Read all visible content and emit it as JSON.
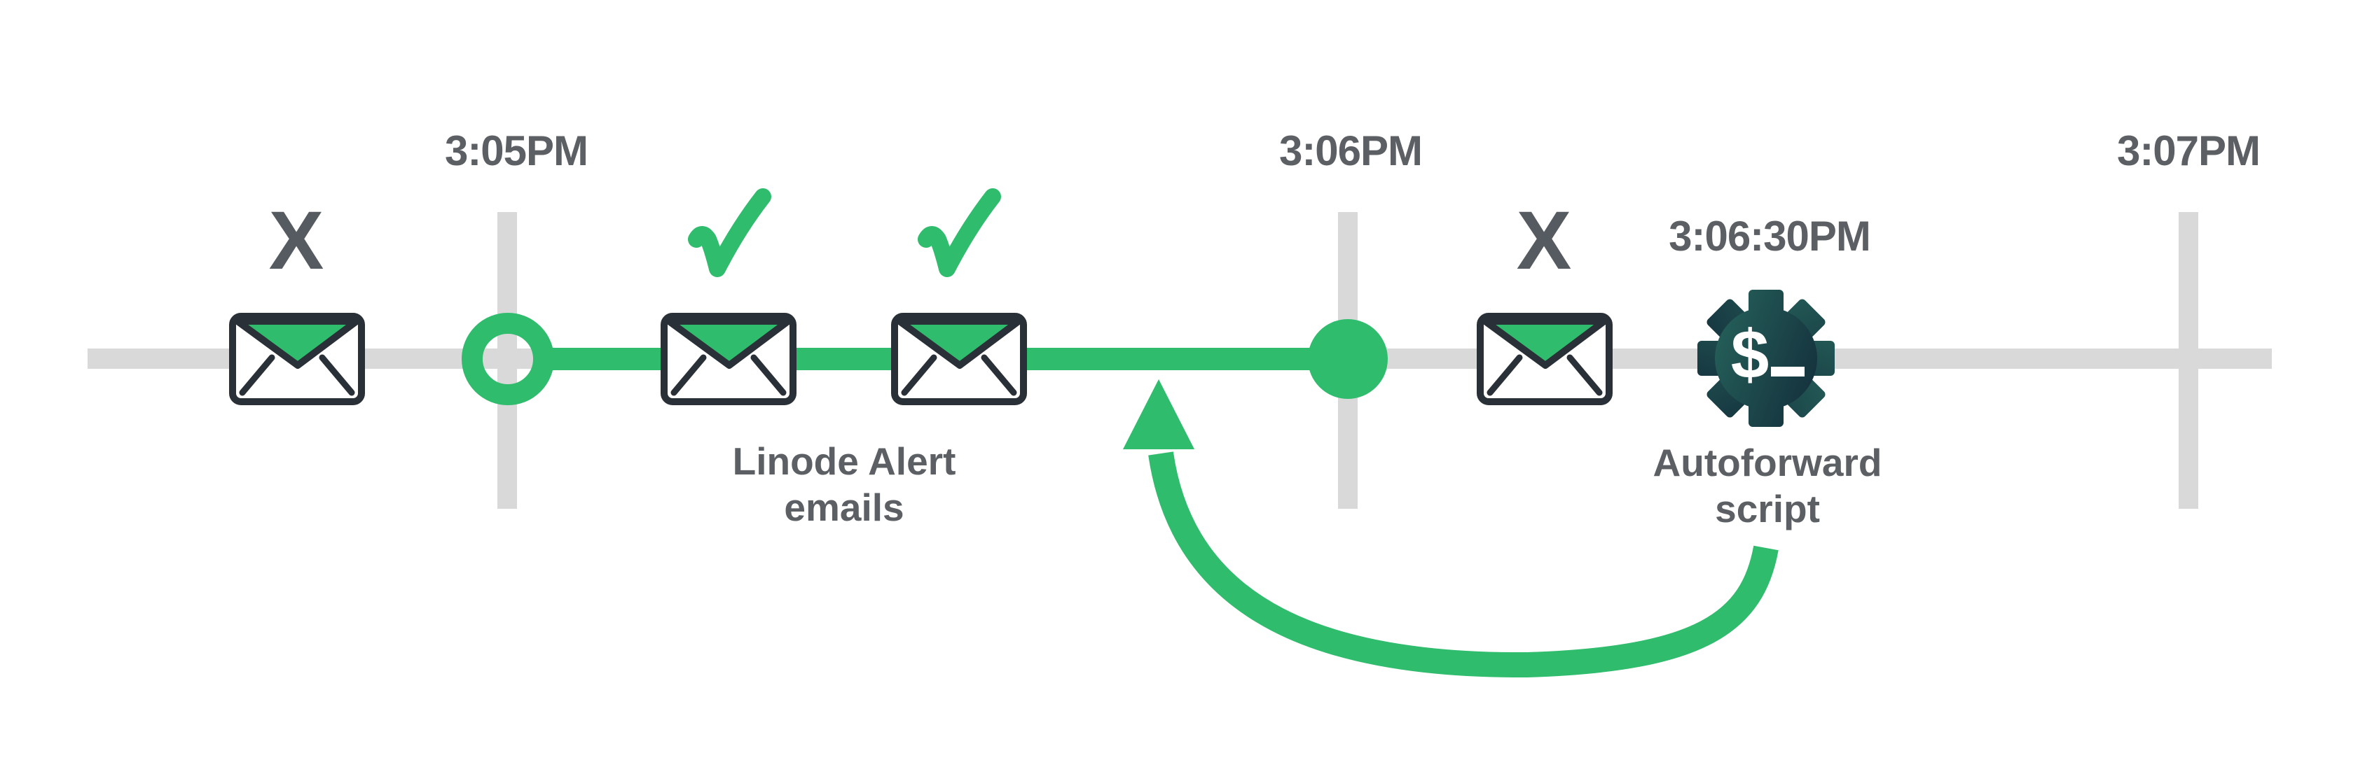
{
  "colors": {
    "green": "#2FBC6C",
    "track_gray": "#D9D9D9",
    "text_gray": "#5C6064",
    "x_gray": "#565B62",
    "outline_dark": "#2A3037",
    "gear_grad_start": "#26645C",
    "gear_grad_end": "#132C3A"
  },
  "timeline": {
    "markers": [
      {
        "label": "3:05PM"
      },
      {
        "label": "3:06PM"
      },
      {
        "label": "3:07PM"
      }
    ],
    "event_time_label": "3:06:30PM"
  },
  "icons": {
    "missed_mark": "X",
    "gear_dollar": "$"
  },
  "captions": {
    "linode_line1": "Linode Alert",
    "linode_line2": "emails",
    "autoforward_line1": "Autoforward",
    "autoforward_line2": "script"
  }
}
